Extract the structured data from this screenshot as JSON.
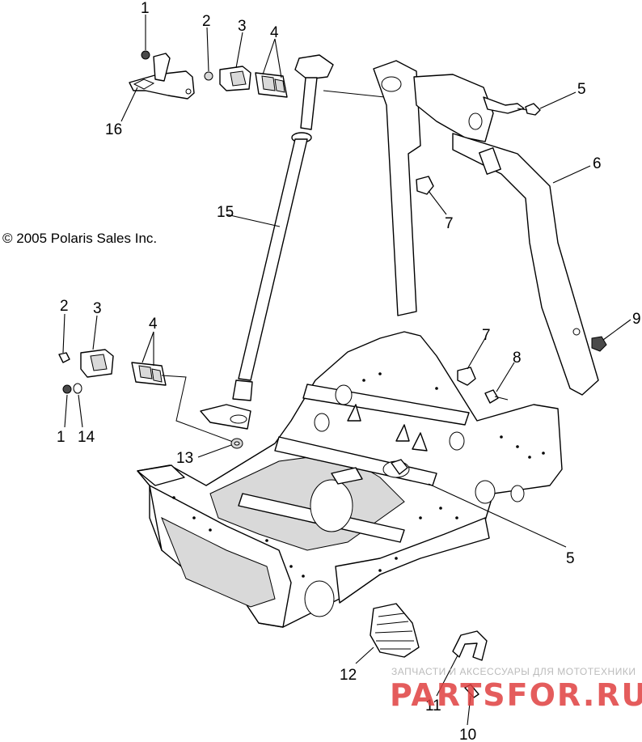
{
  "diagram": {
    "copyright": "© 2005 Polaris Sales Inc.",
    "callouts": [
      {
        "id": "c1a",
        "label": "1"
      },
      {
        "id": "c2a",
        "label": "2"
      },
      {
        "id": "c3a",
        "label": "3"
      },
      {
        "id": "c4a",
        "label": "4"
      },
      {
        "id": "c5a",
        "label": "5"
      },
      {
        "id": "c6",
        "label": "6"
      },
      {
        "id": "c16",
        "label": "16"
      },
      {
        "id": "c15",
        "label": "15"
      },
      {
        "id": "c7a",
        "label": "7"
      },
      {
        "id": "c2b",
        "label": "2"
      },
      {
        "id": "c3b",
        "label": "3"
      },
      {
        "id": "c4b",
        "label": "4"
      },
      {
        "id": "c9",
        "label": "9"
      },
      {
        "id": "c7b",
        "label": "7"
      },
      {
        "id": "c8",
        "label": "8"
      },
      {
        "id": "c1b",
        "label": "1"
      },
      {
        "id": "c14",
        "label": "14"
      },
      {
        "id": "c13",
        "label": "13"
      },
      {
        "id": "c5b",
        "label": "5"
      },
      {
        "id": "c12",
        "label": "12"
      },
      {
        "id": "c11",
        "label": "11"
      },
      {
        "id": "c10",
        "label": "10"
      }
    ]
  },
  "watermark": {
    "tagline": "ЗАПЧАСТИ И АКСЕССУАРЫ ДЛЯ МОТОТЕХНИКИ",
    "brand": "PARTSFOR.RU",
    "color": "#e04040"
  }
}
